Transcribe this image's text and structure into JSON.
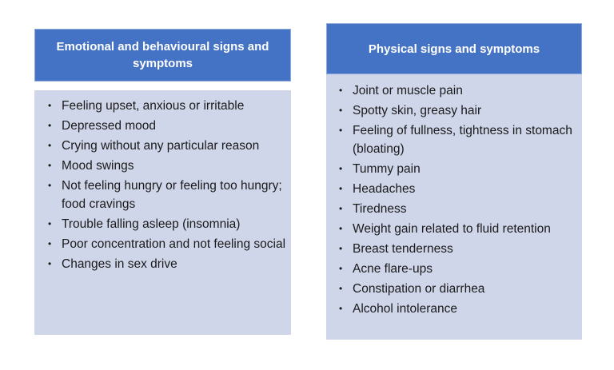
{
  "colors": {
    "header_bg": "#4472c4",
    "header_text": "#ffffff",
    "body_bg": "#d0d6ea",
    "body_text": "#1a1a1a"
  },
  "panels": {
    "emotional": {
      "title": "Emotional and behavioural signs and symptoms",
      "bullet_icon": "bullet-dot",
      "items": [
        "Feeling upset, anxious or irritable",
        "Depressed mood",
        "Crying without any particular reason",
        "Mood swings",
        "Not feeling hungry or feeling too hungry; food cravings",
        "Trouble falling asleep (insomnia)",
        "Poor concentration and not feeling social",
        "Changes in sex drive"
      ]
    },
    "physical": {
      "title": "Physical signs and symptoms",
      "bullet_icon": "bullet-dot",
      "items": [
        "Joint or muscle pain",
        "Spotty skin, greasy hair",
        "Feeling of fullness, tightness in stomach (bloating)",
        "Tummy pain",
        "Headaches",
        "Tiredness",
        "Weight gain related to fluid retention",
        "Breast tenderness",
        "Acne flare-ups",
        "Constipation or diarrhea",
        "Alcohol intolerance"
      ]
    }
  }
}
